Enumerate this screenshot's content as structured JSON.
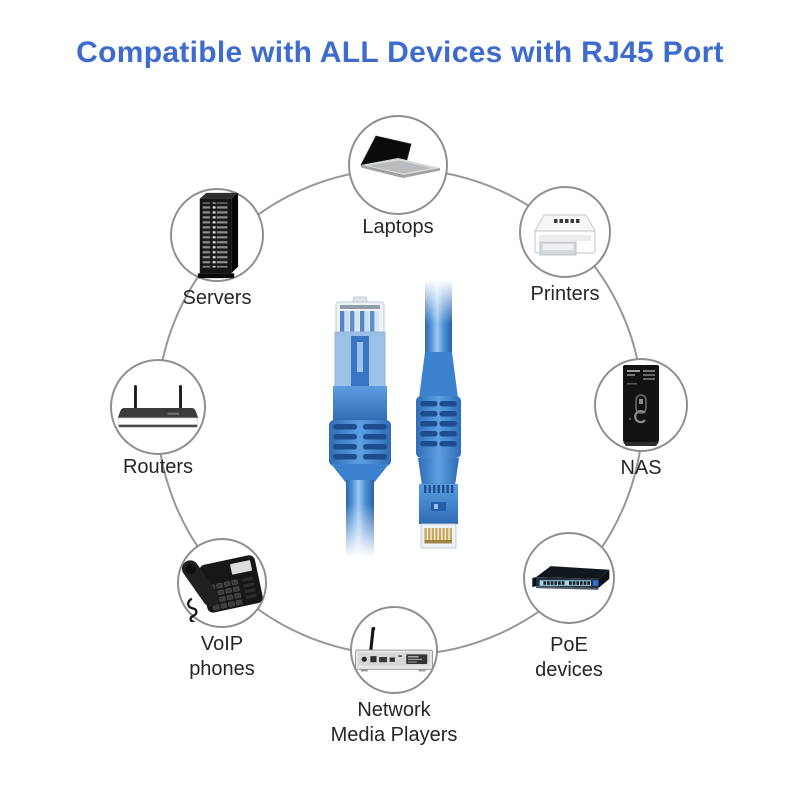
{
  "title": "Compatible with ALL Devices with RJ45 Port",
  "theme": {
    "title_color": "#3e6bce",
    "ring_color": "#979797",
    "node_border_color": "#8f8f8f",
    "label_color": "#262626",
    "cable_blue": "#3f86d4",
    "cable_blue_dark": "#1d4d8e",
    "pin_gold": "#caa54e",
    "background": "#ffffff"
  },
  "center": {
    "icon": "rj45-cable-pair-icon"
  },
  "devices": [
    {
      "icon": "laptop-icon",
      "label": "Laptops",
      "lines": [
        "Laptops",
        ""
      ]
    },
    {
      "icon": "printer-icon",
      "label": "Printers",
      "lines": [
        "Printers",
        ""
      ]
    },
    {
      "icon": "nas-icon",
      "label": "NAS",
      "lines": [
        "NAS",
        ""
      ]
    },
    {
      "icon": "poe-switch-icon",
      "label": "PoE devices",
      "lines": [
        "PoE",
        "devices"
      ]
    },
    {
      "icon": "media-player-icon",
      "label": "Network Media Players",
      "lines": [
        "Network",
        "Media Players"
      ]
    },
    {
      "icon": "voip-phone-icon",
      "label": "VoIP phones",
      "lines": [
        "VoIP",
        "phones"
      ]
    },
    {
      "icon": "router-icon",
      "label": "Routers",
      "lines": [
        "Routers",
        ""
      ]
    },
    {
      "icon": "server-icon",
      "label": "Servers",
      "lines": [
        "Servers",
        ""
      ]
    }
  ]
}
